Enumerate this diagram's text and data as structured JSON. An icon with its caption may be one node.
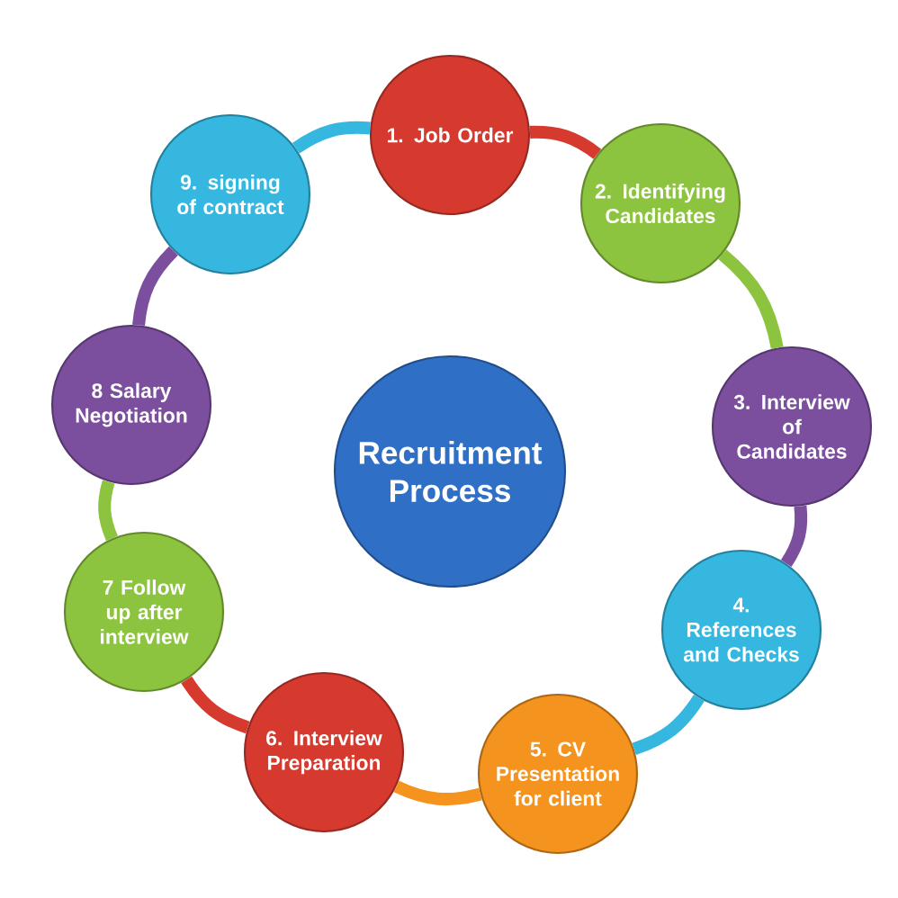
{
  "diagram": {
    "nodes": [
      {
        "text": [
          "1. Job Order"
        ]
      },
      {
        "text": [
          "2. Identifying Candidates"
        ]
      },
      {
        "text": [
          "3. Interview of Candidates"
        ]
      },
      {
        "text": [
          "4. References and Checks"
        ]
      },
      {
        "text": [
          "5. CV Presentation for client"
        ]
      },
      {
        "text": [
          "6. Interview Preparation"
        ]
      },
      {
        "text": [
          "7 Follow up after interview"
        ]
      },
      {
        "text": [
          "8 Salary Negotiation"
        ]
      },
      {
        "text": [
          "9. signing of contract"
        ]
      },
      {
        "text": [
          "Recruitment Process"
        ]
      }
    ],
    "edges": [
      {
        "from": 0,
        "to": 1,
        "arrow": "none",
        "color": "#d63a2f"
      },
      {
        "from": 1,
        "to": 2,
        "arrow": "none",
        "color": "#8dc43f"
      },
      {
        "from": 2,
        "to": 3,
        "arrow": "none",
        "color": "#7b4f9e"
      },
      {
        "from": 3,
        "to": 4,
        "arrow": "none",
        "color": "#35b7e0"
      },
      {
        "from": 4,
        "to": 5,
        "arrow": "none",
        "color": "#f5931f"
      },
      {
        "from": 5,
        "to": 6,
        "arrow": "none",
        "color": "#d63a2f"
      },
      {
        "from": 6,
        "to": 7,
        "arrow": "none",
        "color": "#8dc43f"
      },
      {
        "from": 7,
        "to": 8,
        "arrow": "none",
        "color": "#7b4f9e"
      },
      {
        "from": 8,
        "to": 0,
        "arrow": "none",
        "color": "#35b7e0"
      }
    ]
  }
}
